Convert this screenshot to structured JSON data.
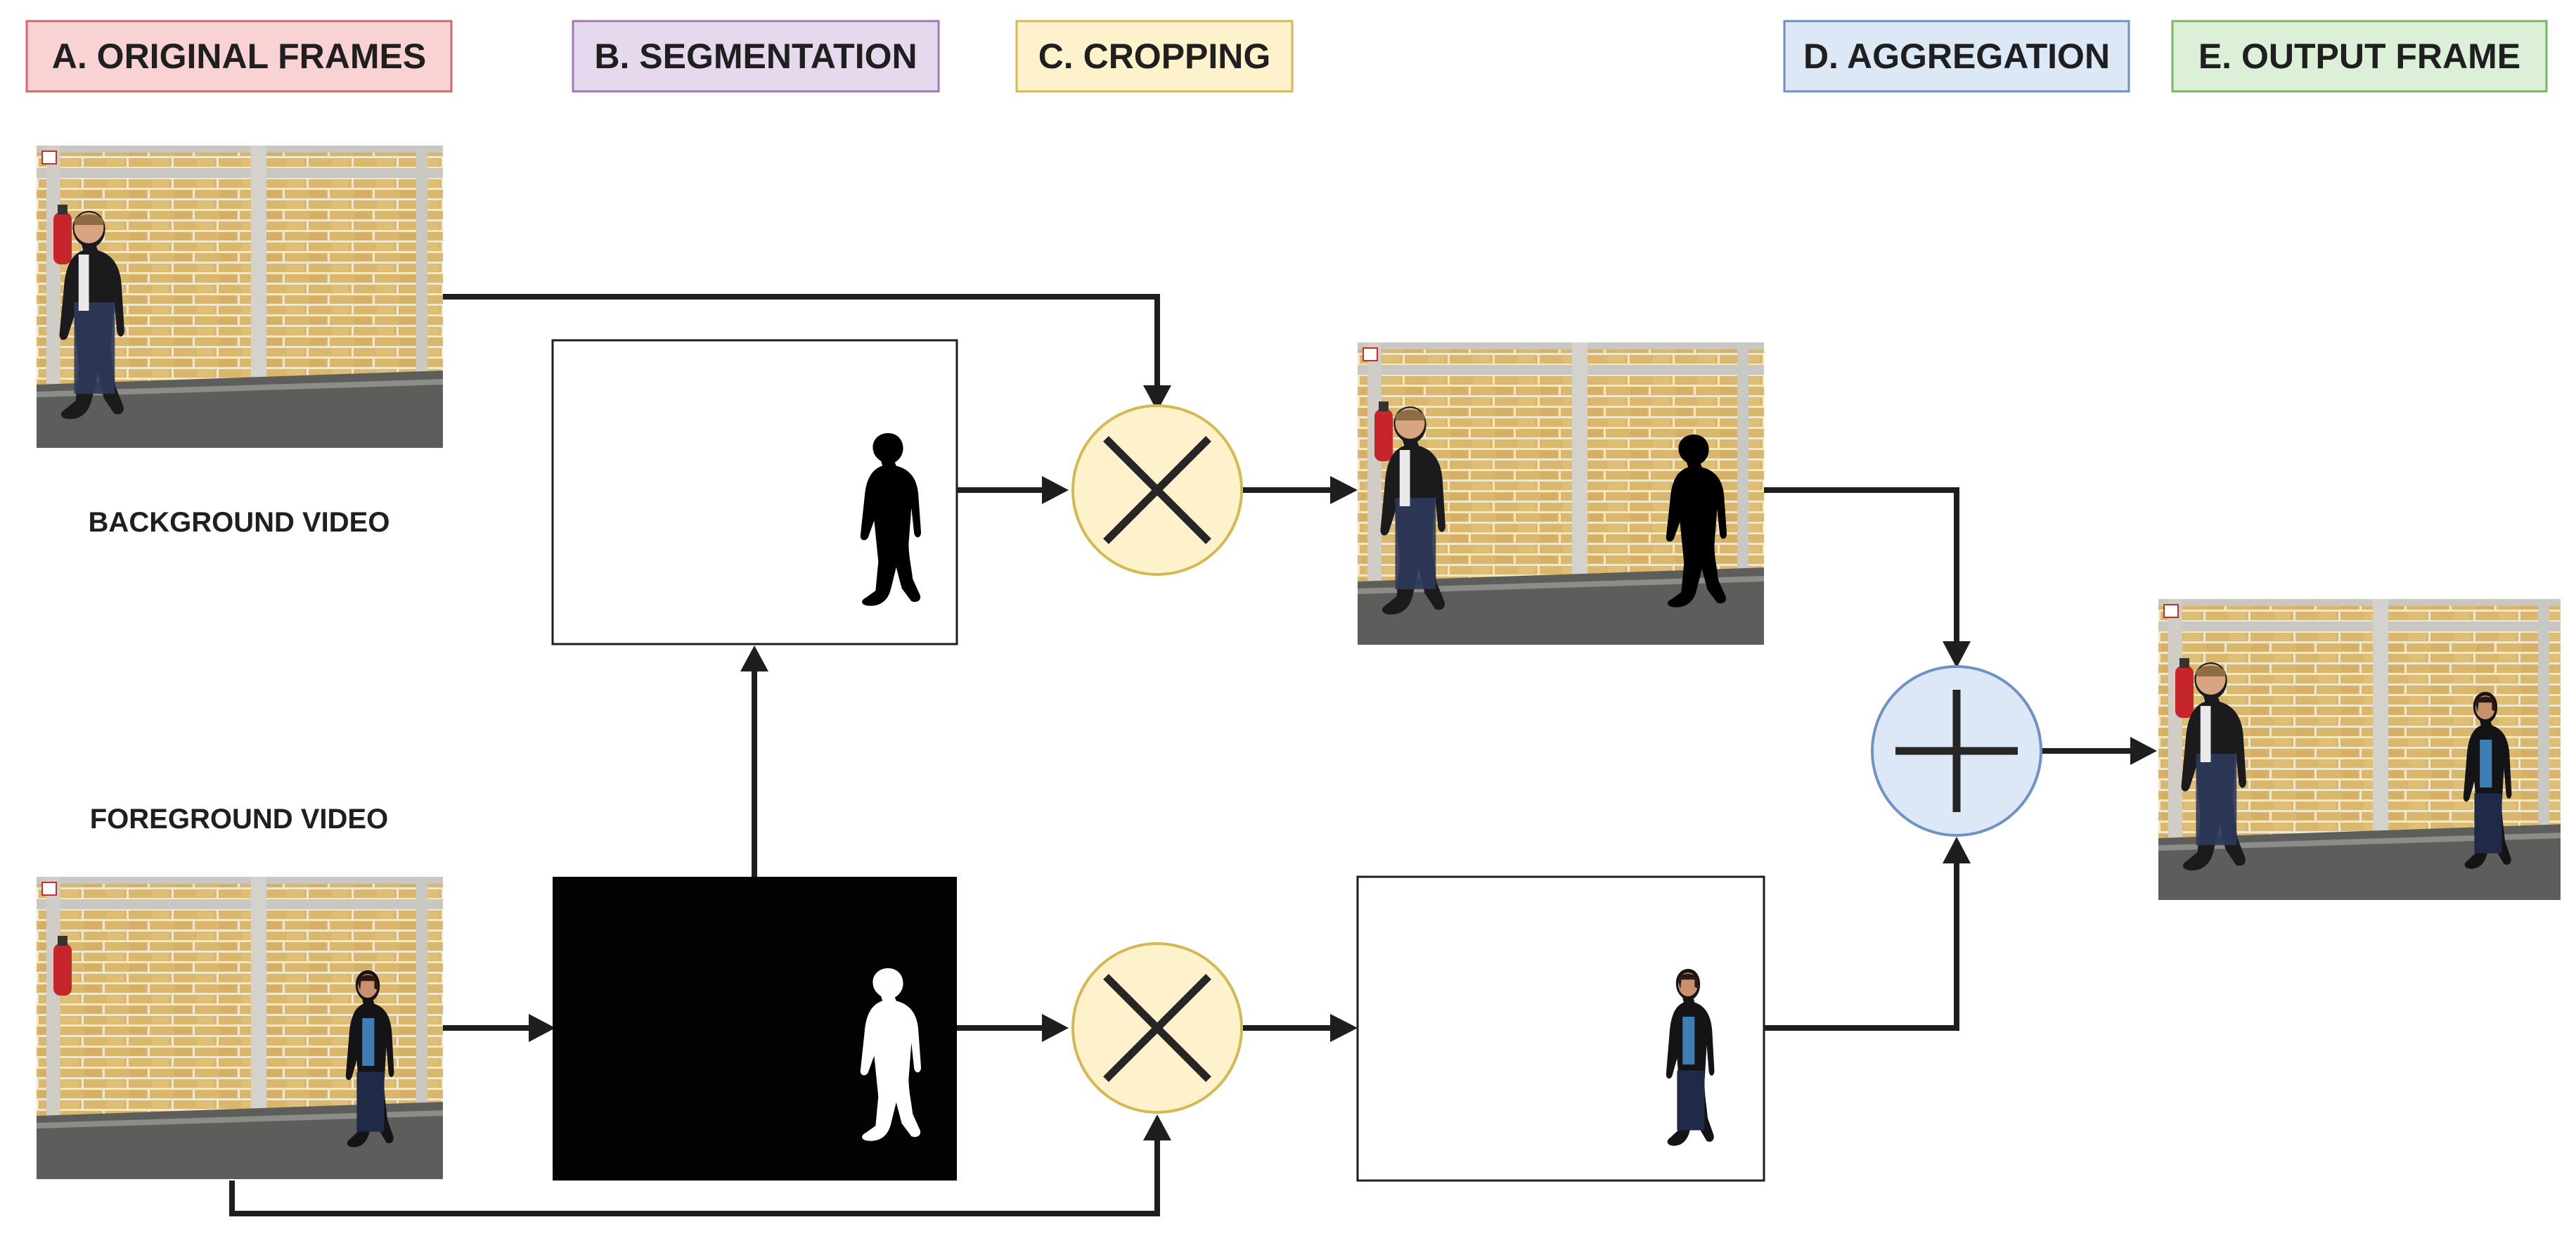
{
  "stages": {
    "original_frames": "A. ORIGINAL FRAMES",
    "segmentation": "B. SEGMENTATION",
    "cropping": "C. CROPPING",
    "aggregation": "D. AGGREGATION",
    "output_frame": "E. OUTPUT FRAME"
  },
  "videos": {
    "background": "BACKGROUND VIDEO",
    "foreground": "FOREGROUND VIDEO"
  },
  "colors": {
    "original_fill": "#f9d3d3",
    "original_stroke": "#d06a6a",
    "segmentation_fill": "#e6d9ee",
    "segmentation_stroke": "#9d7bb5",
    "cropping_fill": "#fdf2cc",
    "cropping_stroke": "#d6b852",
    "aggregation_fill": "#dce8f6",
    "aggregation_stroke": "#6f92c4",
    "output_fill": "#dcefd7",
    "output_stroke": "#7bb56c",
    "wall": "#d6b46a",
    "mortar": "#efe3c4",
    "floor": "#5a5a58"
  },
  "operators": {
    "multiply": "multiply-icon",
    "add": "plus-icon"
  }
}
